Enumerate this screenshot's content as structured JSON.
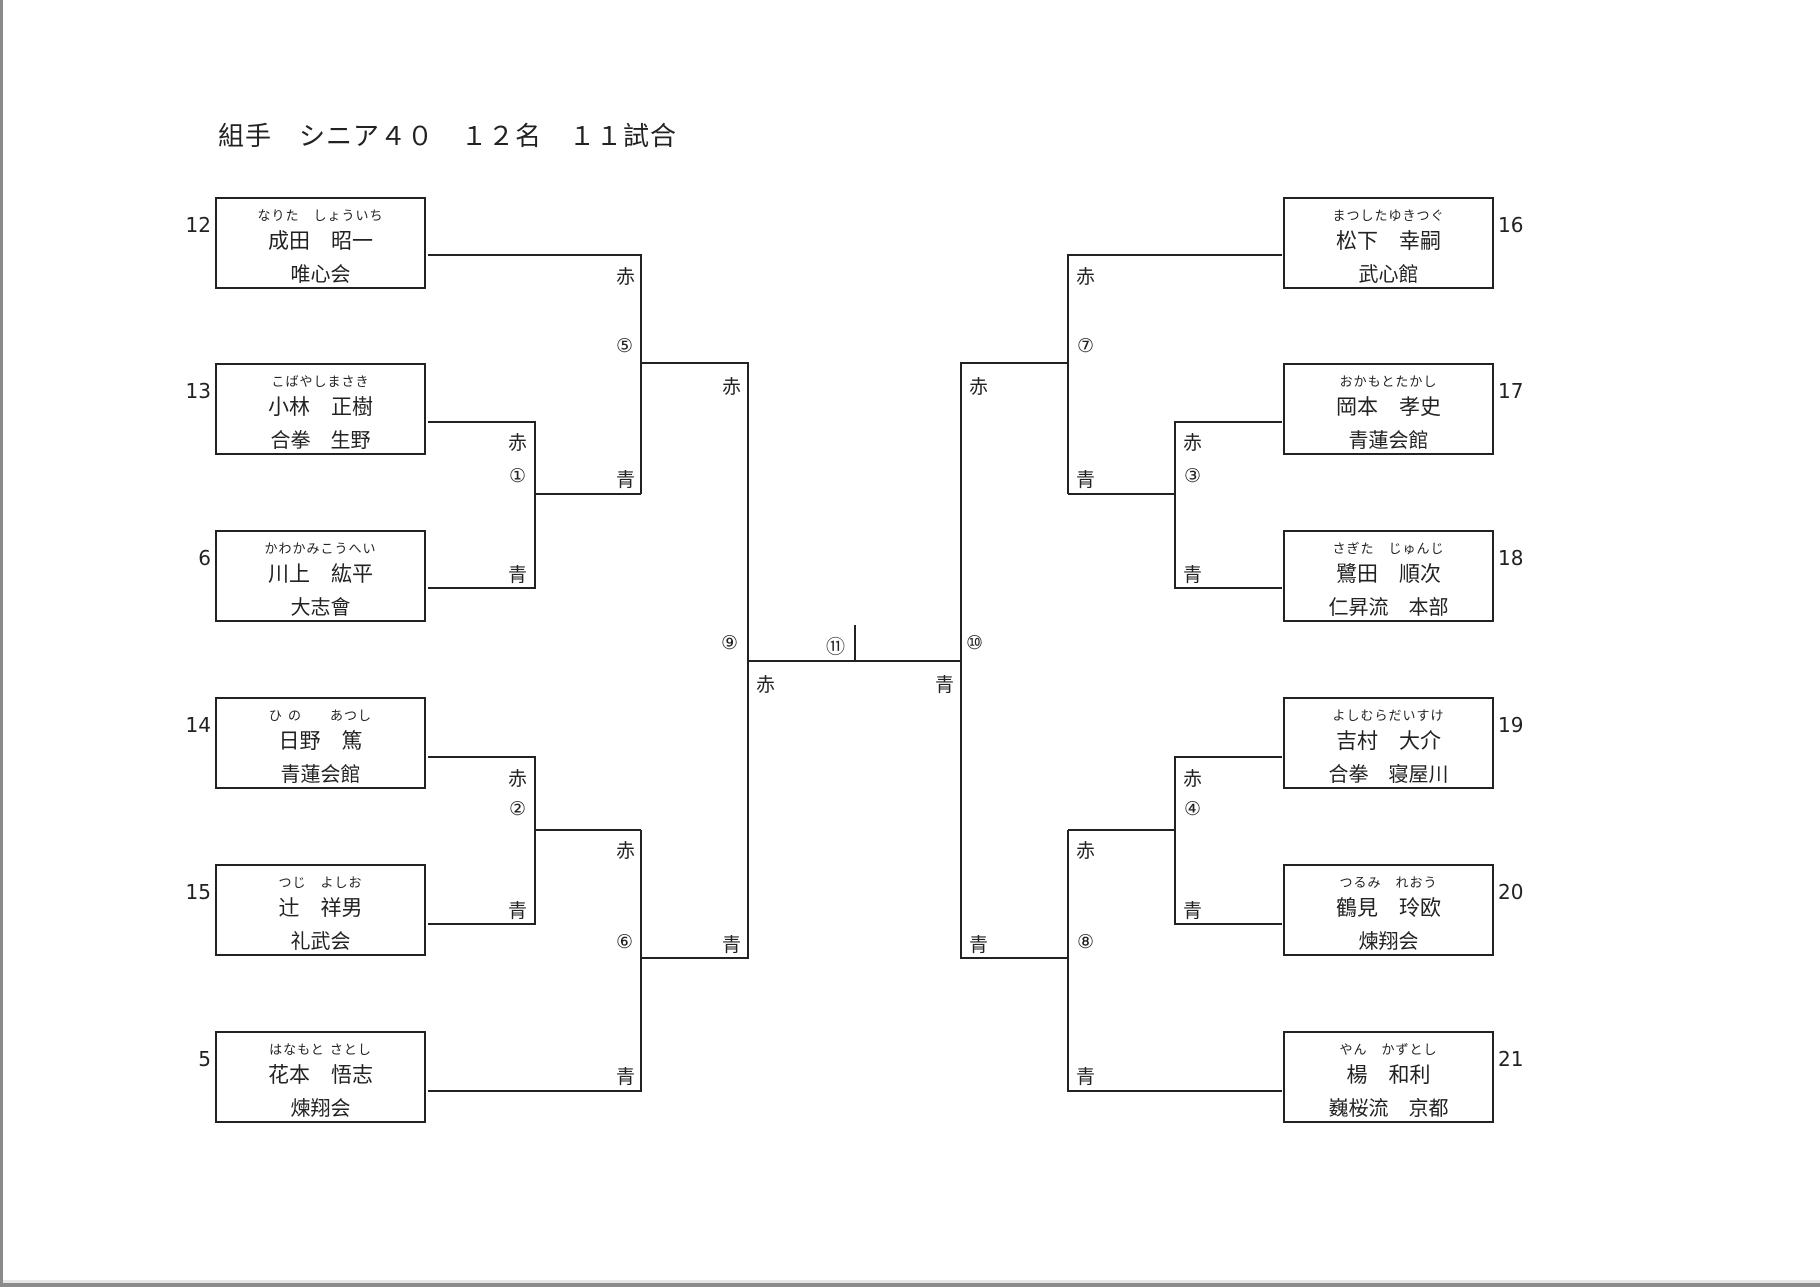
{
  "title": "組手　シニア４０　１２名　１１試合",
  "corner_labels": {
    "red": "赤",
    "blue": "青"
  },
  "left_players": [
    {
      "seed": "12",
      "kana": "なりた　しょういち",
      "name": "成田　昭一",
      "club": "唯心会"
    },
    {
      "seed": "13",
      "kana": "こばやしまさき",
      "name": "小林　正樹",
      "club": "合拳　生野"
    },
    {
      "seed": "6",
      "kana": "かわかみこうへい",
      "name": "川上　紘平",
      "club": "大志會"
    },
    {
      "seed": "14",
      "kana": "ひ の　　あつし",
      "name": "日野　篤",
      "club": "青蓮会館"
    },
    {
      "seed": "15",
      "kana": "つじ　よしお",
      "name": "辻　祥男",
      "club": "礼武会"
    },
    {
      "seed": "5",
      "kana": "はなもと さとし",
      "name": "花本　悟志",
      "club": "煉翔会"
    }
  ],
  "right_players": [
    {
      "seed": "16",
      "kana": "まつしたゆきつぐ",
      "name": "松下　幸嗣",
      "club": "武心館"
    },
    {
      "seed": "17",
      "kana": "おかもとたかし",
      "name": "岡本　孝史",
      "club": "青蓮会館"
    },
    {
      "seed": "18",
      "kana": "さぎた　じゅんじ",
      "name": "鷺田　順次",
      "club": "仁昇流　本部"
    },
    {
      "seed": "19",
      "kana": "よしむらだいすけ",
      "name": "吉村　大介",
      "club": "合拳　寝屋川"
    },
    {
      "seed": "20",
      "kana": "つるみ　れおう",
      "name": "鶴見　玲欧",
      "club": "煉翔会"
    },
    {
      "seed": "21",
      "kana": "やん　かずとし",
      "name": "楊　和利",
      "club": "巍桜流　京都"
    }
  ],
  "matches": {
    "m1": "①",
    "m2": "②",
    "m3": "③",
    "m4": "④",
    "m5": "⑤",
    "m6": "⑥",
    "m7": "⑦",
    "m8": "⑧",
    "m9": "⑨",
    "m10": "⑩",
    "m11": "⑪"
  }
}
